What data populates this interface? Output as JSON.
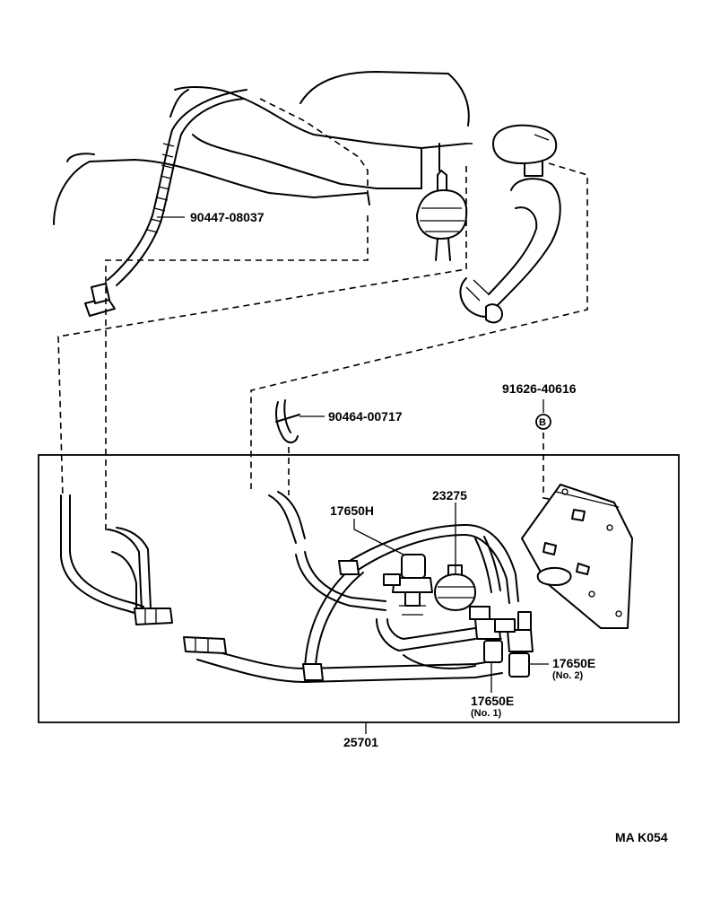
{
  "labels": {
    "hose_clamp": "90447-08037",
    "clip": "90464-00717",
    "bolt": "91626-40616",
    "bolt_marker": "B",
    "vsv_h": "17650H",
    "modulator": "23275",
    "vsv_e_no2": "17650E",
    "vsv_e_no2_sub": "(No. 2)",
    "vsv_e_no1": "17650E",
    "vsv_e_no1_sub": "(No. 1)",
    "assembly": "25701",
    "diagram_code": "MA  K054"
  }
}
